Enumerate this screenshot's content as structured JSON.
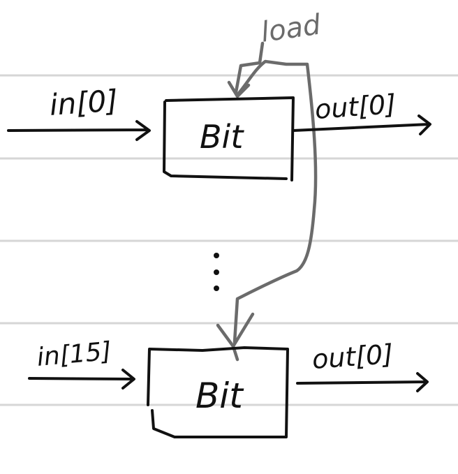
{
  "diagram": {
    "load_label": "load",
    "bit_top": {
      "label": "Bit",
      "input_label": "in[0]",
      "output_label": "out[0]"
    },
    "ellipsis": "⋮",
    "bit_bottom": {
      "label": "Bit",
      "input_label": "in[15]",
      "output_label": "out[0]"
    }
  },
  "colors": {
    "paper": "#ffffff",
    "ruled_line": "#d6d6d6",
    "ink": "#111111",
    "control_ink": "#6b6b6b"
  }
}
